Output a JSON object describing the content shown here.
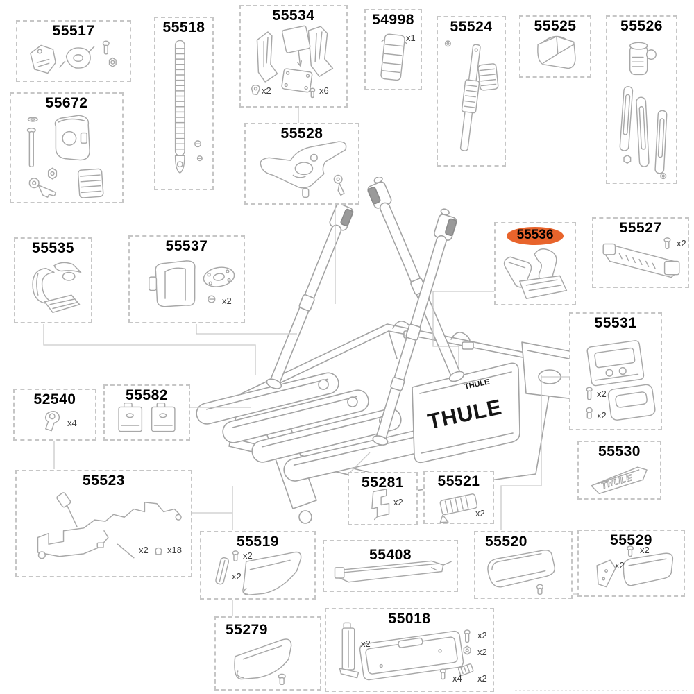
{
  "colors": {
    "highlight": "#E8642C",
    "part_line": "#A8A8A8",
    "box_border": "#C6C6C6",
    "connector_line": "#C9C9C9",
    "label_text": "#000000"
  },
  "brand": {
    "logo_text": "THULE"
  },
  "highlighted_part_number": "55536",
  "parts": [
    {
      "number": "55517",
      "qty": []
    },
    {
      "number": "55518",
      "qty": []
    },
    {
      "number": "55534",
      "qty": [
        "x2",
        "x6"
      ]
    },
    {
      "number": "54998",
      "qty": [
        "x1"
      ]
    },
    {
      "number": "55524",
      "qty": []
    },
    {
      "number": "55525",
      "qty": []
    },
    {
      "number": "55526",
      "qty": []
    },
    {
      "number": "55672",
      "qty": []
    },
    {
      "number": "55528",
      "qty": []
    },
    {
      "number": "55535",
      "qty": []
    },
    {
      "number": "55537",
      "qty": [
        "x2"
      ]
    },
    {
      "number": "55536",
      "qty": [],
      "highlighted": true
    },
    {
      "number": "55527",
      "qty": [
        "x2"
      ]
    },
    {
      "number": "55531",
      "qty": [
        "x2",
        "x2"
      ]
    },
    {
      "number": "55530",
      "qty": []
    },
    {
      "number": "52540",
      "qty": [
        "x4"
      ]
    },
    {
      "number": "55582",
      "qty": []
    },
    {
      "number": "55523",
      "qty": [
        "x2",
        "x18"
      ]
    },
    {
      "number": "55281",
      "qty": [
        "x2"
      ]
    },
    {
      "number": "55521",
      "qty": [
        "x2"
      ]
    },
    {
      "number": "55519",
      "qty": [
        "x2",
        "x2"
      ]
    },
    {
      "number": "55408",
      "qty": []
    },
    {
      "number": "55520",
      "qty": []
    },
    {
      "number": "55529",
      "qty": [
        "x2",
        "x2"
      ]
    },
    {
      "number": "55279",
      "qty": []
    },
    {
      "number": "55018",
      "qty": [
        "x2",
        "x2",
        "x2",
        "x4",
        "x2"
      ]
    }
  ]
}
